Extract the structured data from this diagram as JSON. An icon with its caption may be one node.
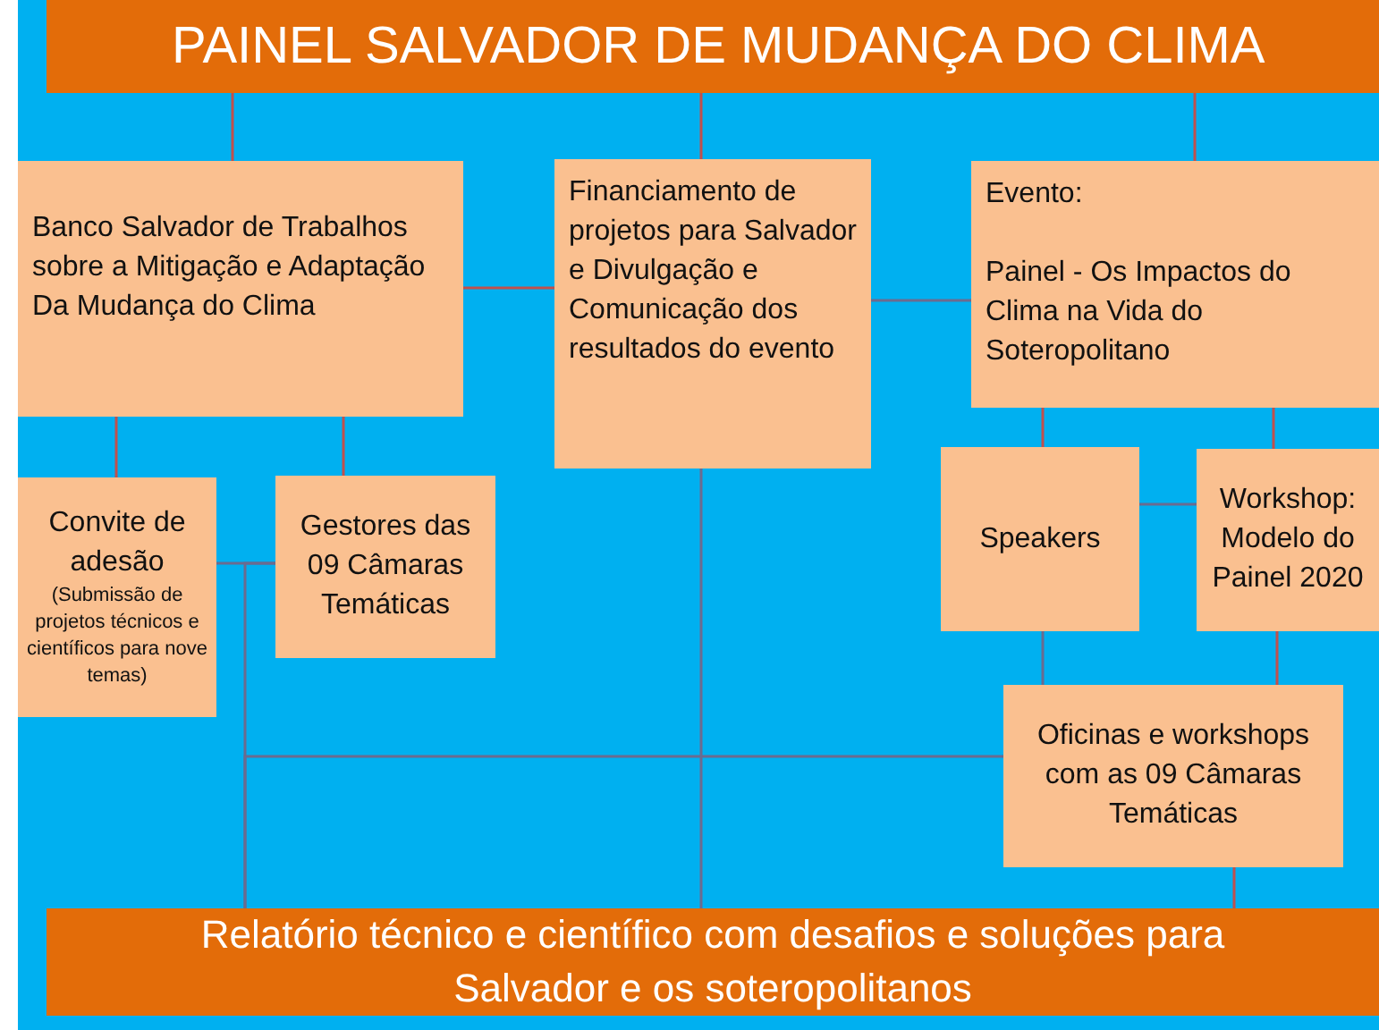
{
  "diagram": {
    "nodes": [
      {
        "text": [
          "PAINEL SALVADOR DE MUDANÇA DO CLIMA"
        ]
      },
      {
        "text": [
          "Banco Salvador de Trabalhos sobre a Mitigação e Adaptação Da Mudança do Clima"
        ]
      },
      {
        "text": [
          "Financiamento de projetos para Salvador e Divulgação e Comunicação dos resultados do evento"
        ]
      },
      {
        "text": [
          "Evento:",
          "Painel - Os Impactos do Clima na Vida do Soteropolitano"
        ]
      },
      {
        "text": [
          "Convite de adesão",
          "(Submissão de projetos técnicos e científicos para nove temas)"
        ]
      },
      {
        "text": [
          "Gestores das 09 Câmaras Temáticas"
        ]
      },
      {
        "text": [
          "Speakers"
        ]
      },
      {
        "text": [
          "Workshop: Modelo do Painel 2020"
        ]
      },
      {
        "text": [
          "Oficinas e workshops com as 09 Câmaras Temáticas"
        ]
      },
      {
        "text": [
          "Relatório técnico e científico com desafios e soluções para Salvador e os soteropolitanos"
        ]
      }
    ],
    "edges": [
      {
        "from": 0,
        "to": 1,
        "arrow": "none"
      },
      {
        "from": 0,
        "to": 2,
        "arrow": "none"
      },
      {
        "from": 0,
        "to": 3,
        "arrow": "none"
      },
      {
        "from": 1,
        "to": 2,
        "arrow": "none"
      },
      {
        "from": 2,
        "to": 3,
        "arrow": "none",
        "color": "#6b6b8f"
      },
      {
        "from": 1,
        "to": 4,
        "arrow": "none"
      },
      {
        "from": 1,
        "to": 5,
        "arrow": "none"
      },
      {
        "from": 4,
        "to": 5,
        "arrow": "none",
        "color": "#6b6b8f"
      },
      {
        "from": 5,
        "to": 9,
        "arrow": "none",
        "color": "#6b6b8f"
      },
      {
        "from": 8,
        "to": 9,
        "arrow": "none",
        "color": "#6b6b8f"
      },
      {
        "from": 2,
        "to": 9,
        "arrow": "none",
        "color": "#6b6b8f"
      },
      {
        "from": 3,
        "to": 6,
        "arrow": "none"
      },
      {
        "from": 3,
        "to": 7,
        "arrow": "none"
      },
      {
        "from": 6,
        "to": 7,
        "arrow": "none",
        "color": "#6b6b8f"
      },
      {
        "from": 6,
        "to": 8,
        "arrow": "none",
        "color": "#6b6b8f"
      },
      {
        "from": 7,
        "to": 8,
        "arrow": "none"
      },
      {
        "from": 8,
        "to": 9,
        "arrow": "none"
      }
    ]
  }
}
